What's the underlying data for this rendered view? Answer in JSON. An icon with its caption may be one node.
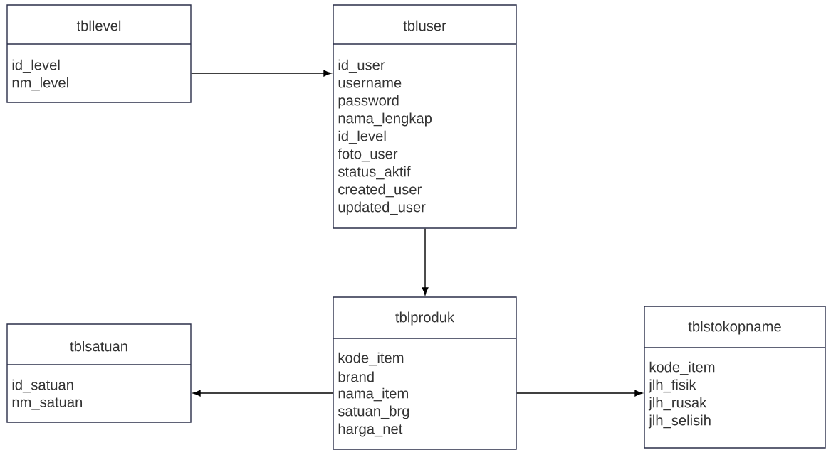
{
  "diagram": {
    "nodes": [
      {
        "text": [
          "tbllevel",
          "id_level",
          "nm_level"
        ]
      },
      {
        "text": [
          "tbluser",
          "id_user",
          "username",
          "password",
          "nama_lengkap",
          "id_level",
          "foto_user",
          "status_aktif",
          "created_user",
          "updated_user"
        ]
      },
      {
        "text": [
          "tblsatuan",
          "id_satuan",
          "nm_satuan"
        ]
      },
      {
        "text": [
          "tblproduk",
          "kode_item",
          "brand",
          "nama_item",
          "satuan_brg",
          "harga_net"
        ]
      },
      {
        "text": [
          "tblstokopname",
          "kode_item",
          "jlh_fisik",
          "jlh_rusak",
          "jlh_selisih"
        ]
      }
    ],
    "edges": [
      {
        "from": 0,
        "to": 1,
        "arrow": "to"
      },
      {
        "from": 1,
        "to": 3,
        "arrow": "to"
      },
      {
        "from": 3,
        "to": 2,
        "arrow": "to"
      },
      {
        "from": 3,
        "to": 4,
        "arrow": "to"
      }
    ]
  }
}
